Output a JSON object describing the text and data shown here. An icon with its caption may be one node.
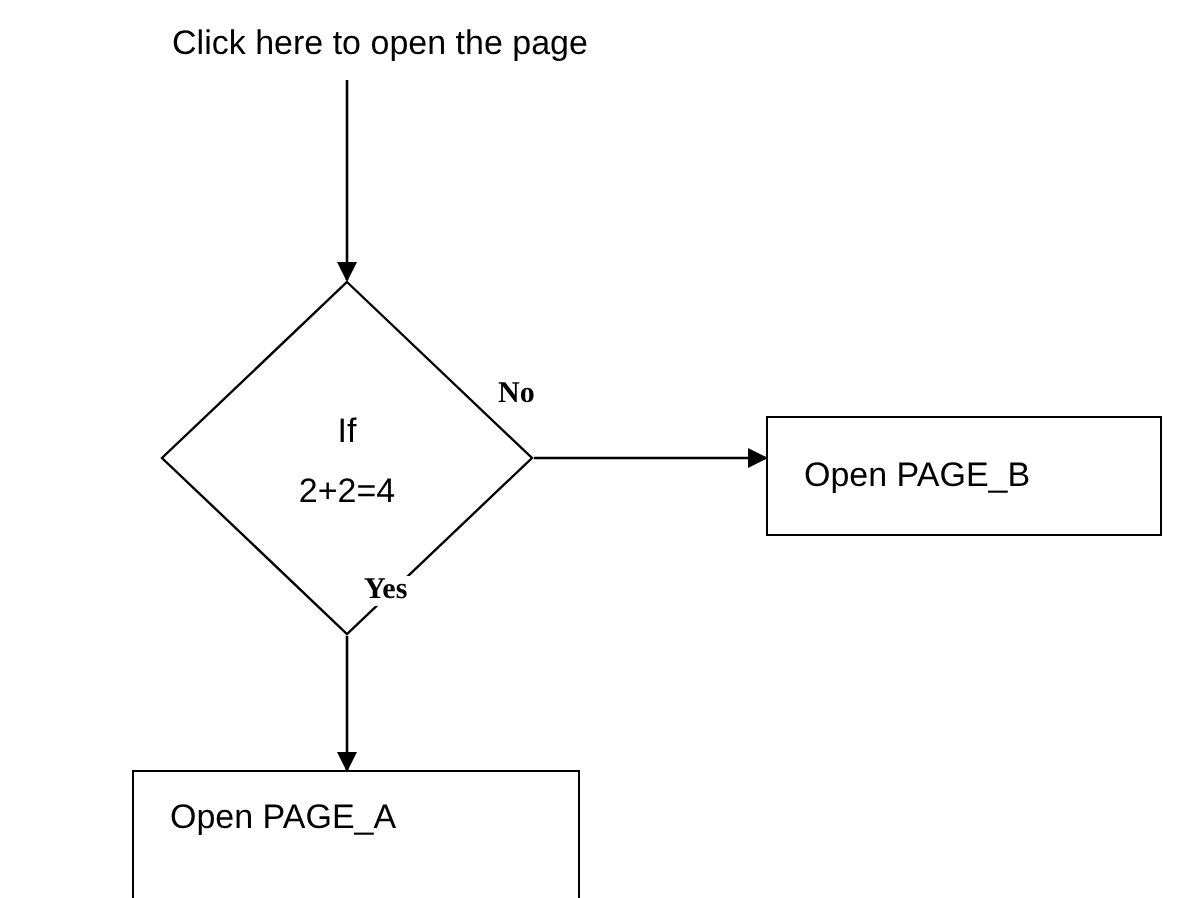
{
  "diagram": {
    "nodes": [
      {
        "text": [
          "Click here to open the page"
        ]
      },
      {
        "text": [
          "If 2+2=4"
        ]
      },
      {
        "text": [
          "Open PAGE_B"
        ]
      },
      {
        "text": [
          "Open PAGE_A"
        ]
      }
    ],
    "edges": [
      {
        "from": 0,
        "to": 1,
        "arrow": "to"
      },
      {
        "from": 1,
        "to": 2,
        "arrow": "to",
        "label": "No"
      },
      {
        "from": 1,
        "to": 3,
        "arrow": "to",
        "label": "Yes"
      }
    ]
  }
}
